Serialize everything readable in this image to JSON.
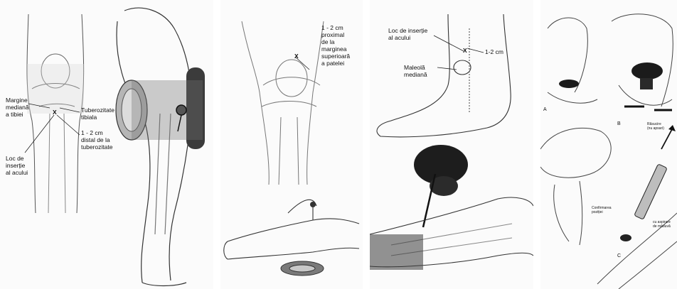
{
  "panels": [
    {
      "labels": {
        "medial_margin": "Margine\nmediană\na tibiei",
        "tibial_tuberosity": "Tuberozitate\ntibiala",
        "distance": "1 - 2 cm\ndistal de la\ntuberozitate",
        "insertion_site": "Loc de\ninserție\nal acului",
        "mark": "X"
      }
    },
    {
      "labels": {
        "proximal": "1 - 2 cm\nproximal\nde la\nmarginea\nsuperioară\na patelei",
        "mark": "X"
      }
    },
    {
      "labels": {
        "insertion_site": "Loc de inserție\nal acului",
        "distance": "1-2 cm",
        "medial_malleolus": "Maleolă\nmediană",
        "mark": "X"
      }
    },
    {
      "labels": {
        "fig_a": "A",
        "fig_b": "B",
        "fig_c": "C",
        "pressure": "Răsucire\n(nu apsari)",
        "confirm": "Confirmarea\npoziției",
        "aspirate": "cu aspirare\nde măduvă"
      }
    }
  ]
}
